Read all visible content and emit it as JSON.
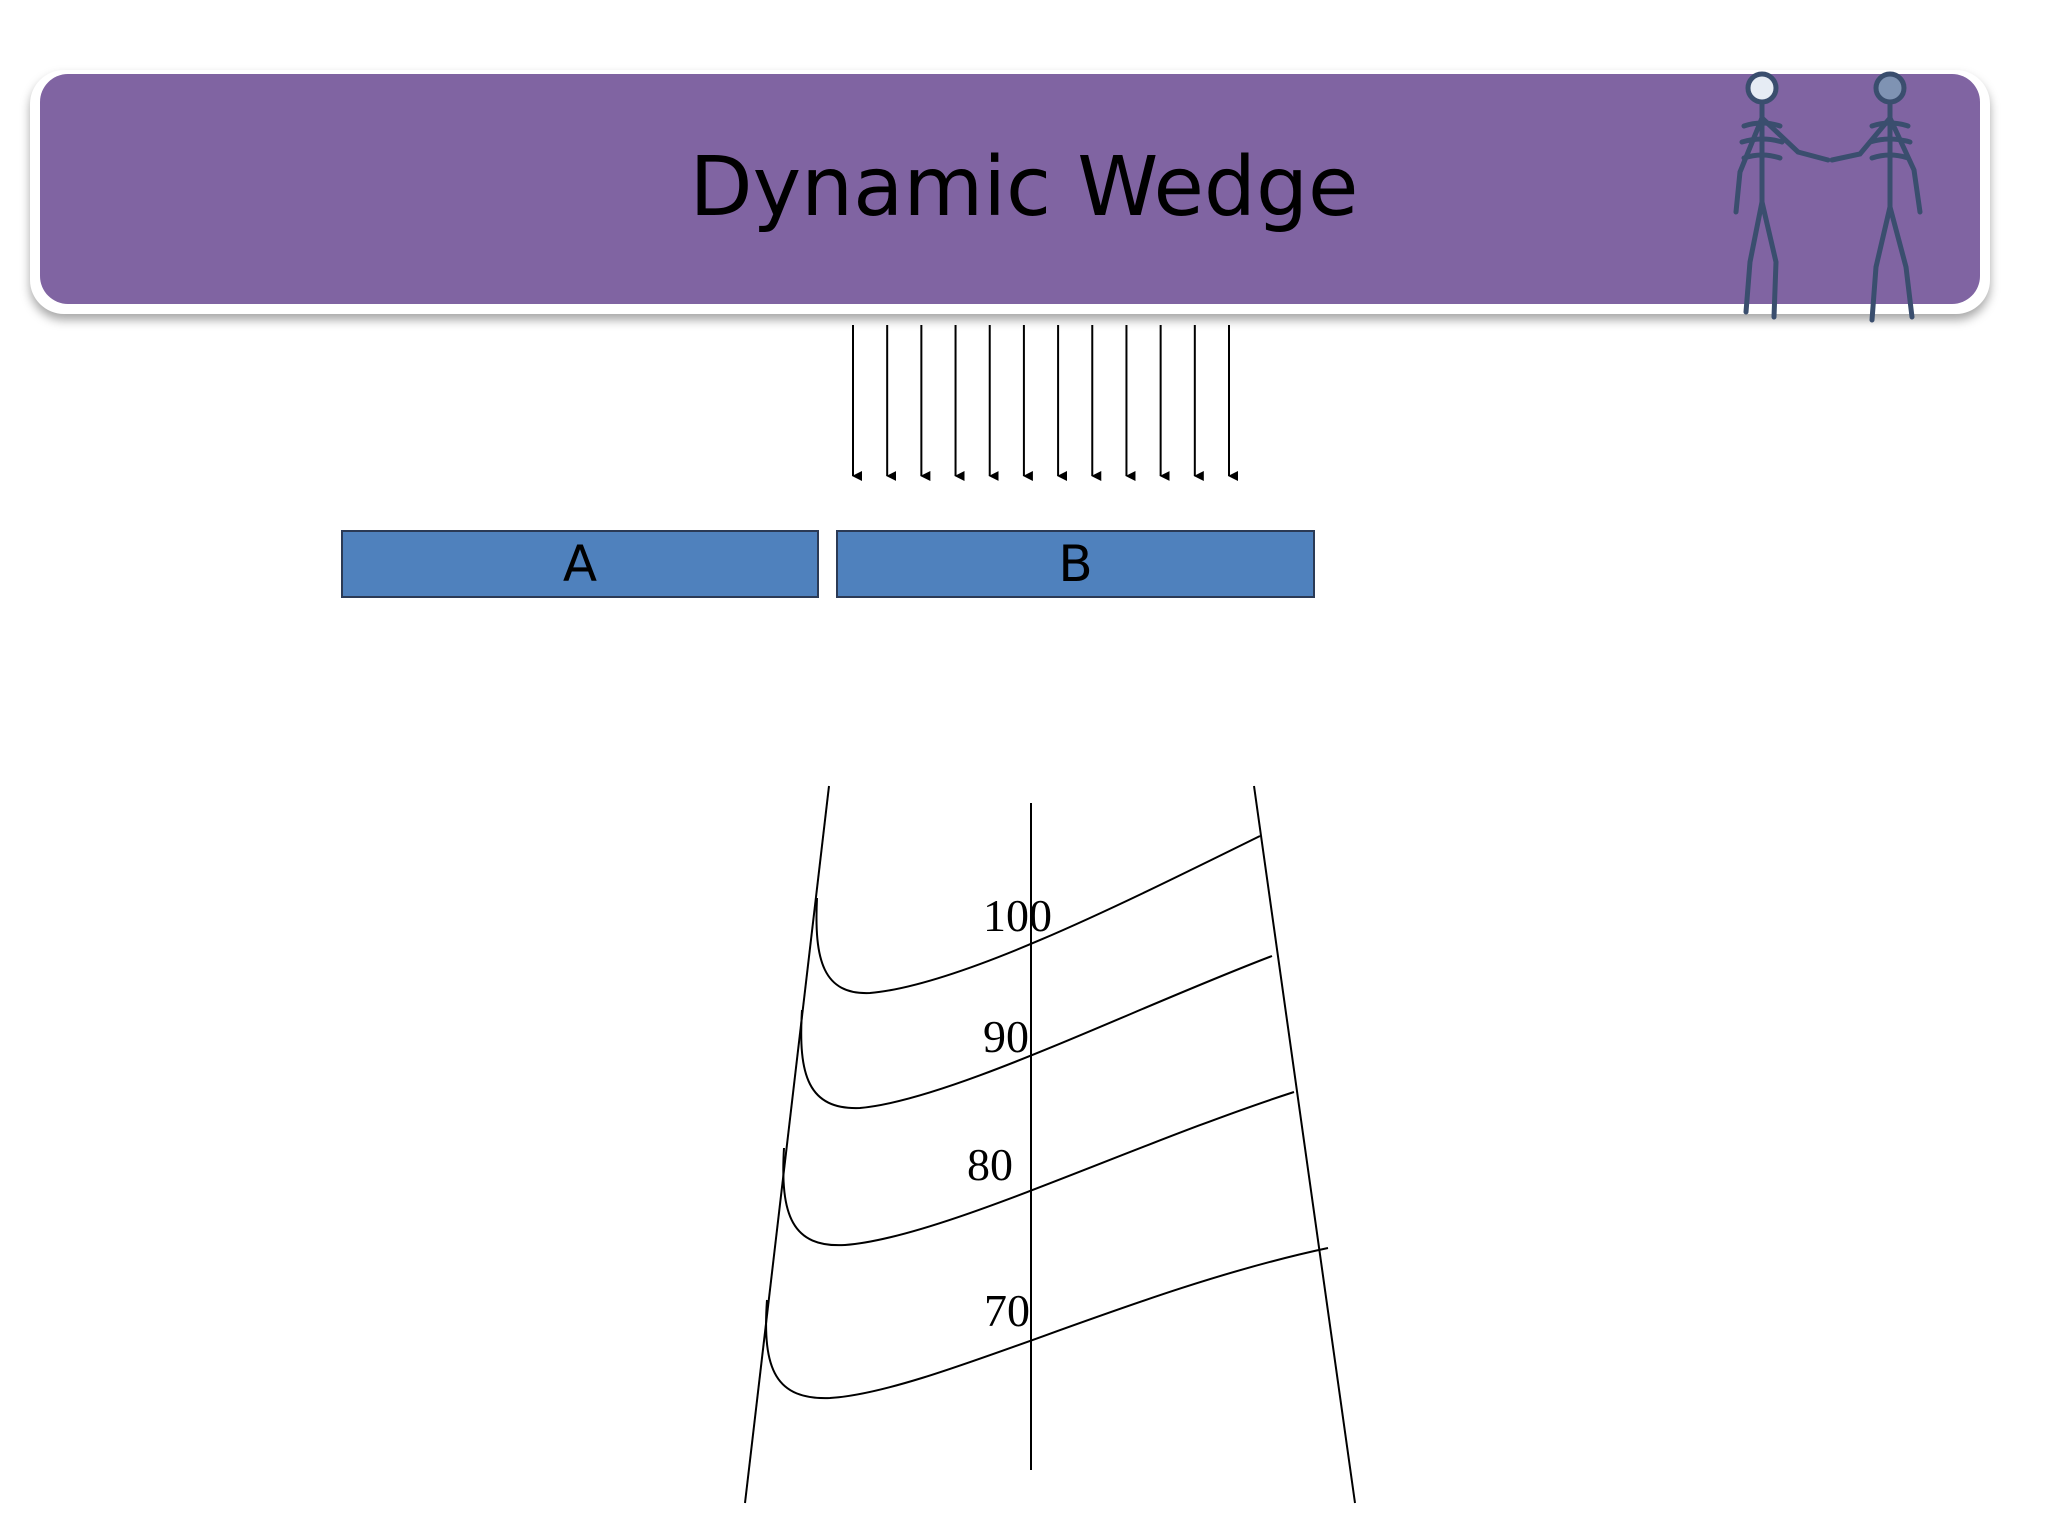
{
  "slide": {
    "title": "Dynamic Wedge",
    "accent_color": "#8064a2",
    "block_color": "#4f81bd",
    "decoration_icon": "skeletons-shaking-hands-icon"
  },
  "jaws": {
    "a_label": "A",
    "b_label": "B"
  },
  "beam": {
    "arrow_count": 12
  },
  "isodose": {
    "labels": [
      "100",
      "90",
      "80",
      "70"
    ]
  }
}
